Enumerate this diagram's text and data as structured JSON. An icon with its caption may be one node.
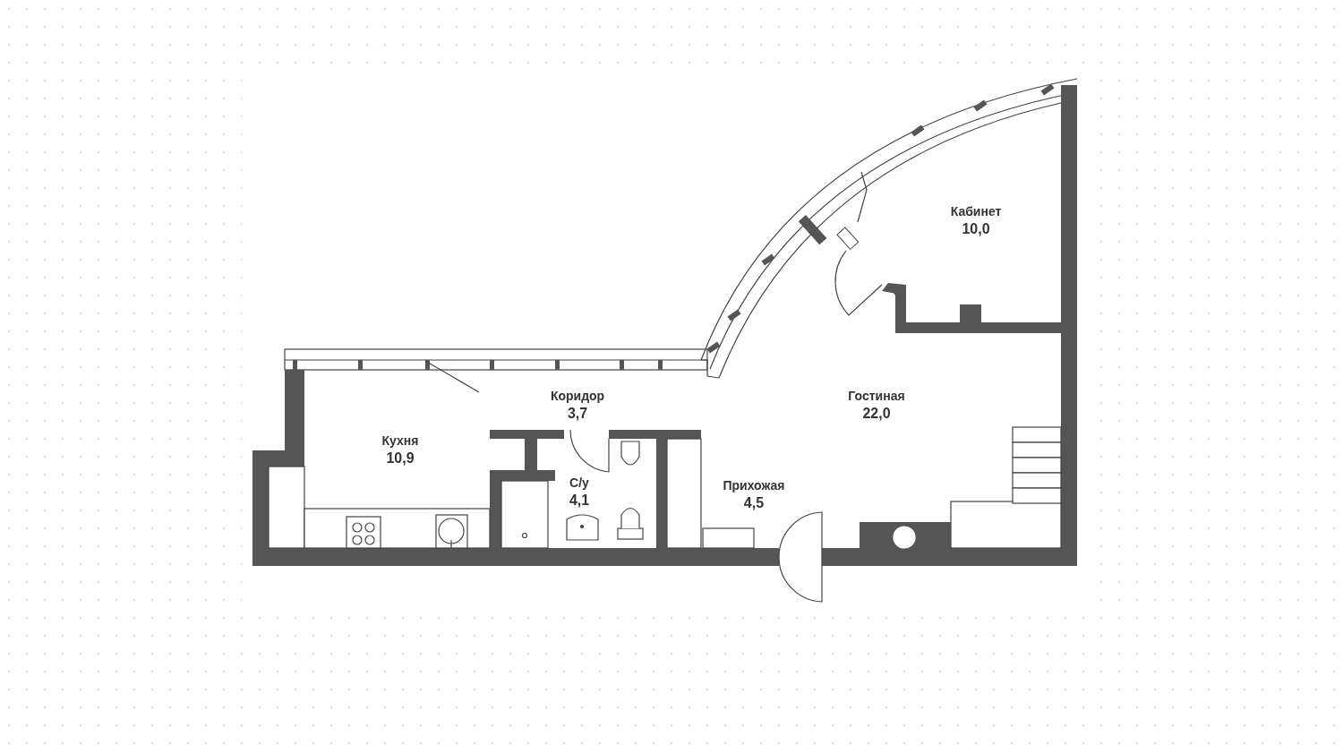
{
  "diagram": {
    "nodes": [
      {
        "text": [
          "Кабинет",
          "10,0"
        ]
      },
      {
        "text": [
          "Коридор",
          "3,7"
        ]
      },
      {
        "text": [
          "Гостиная",
          "22,0"
        ]
      },
      {
        "text": [
          "Кухня",
          "10,9"
        ]
      },
      {
        "text": [
          "С/у",
          "4,1"
        ]
      },
      {
        "text": [
          "Прихожая",
          "4,5"
        ]
      }
    ]
  }
}
